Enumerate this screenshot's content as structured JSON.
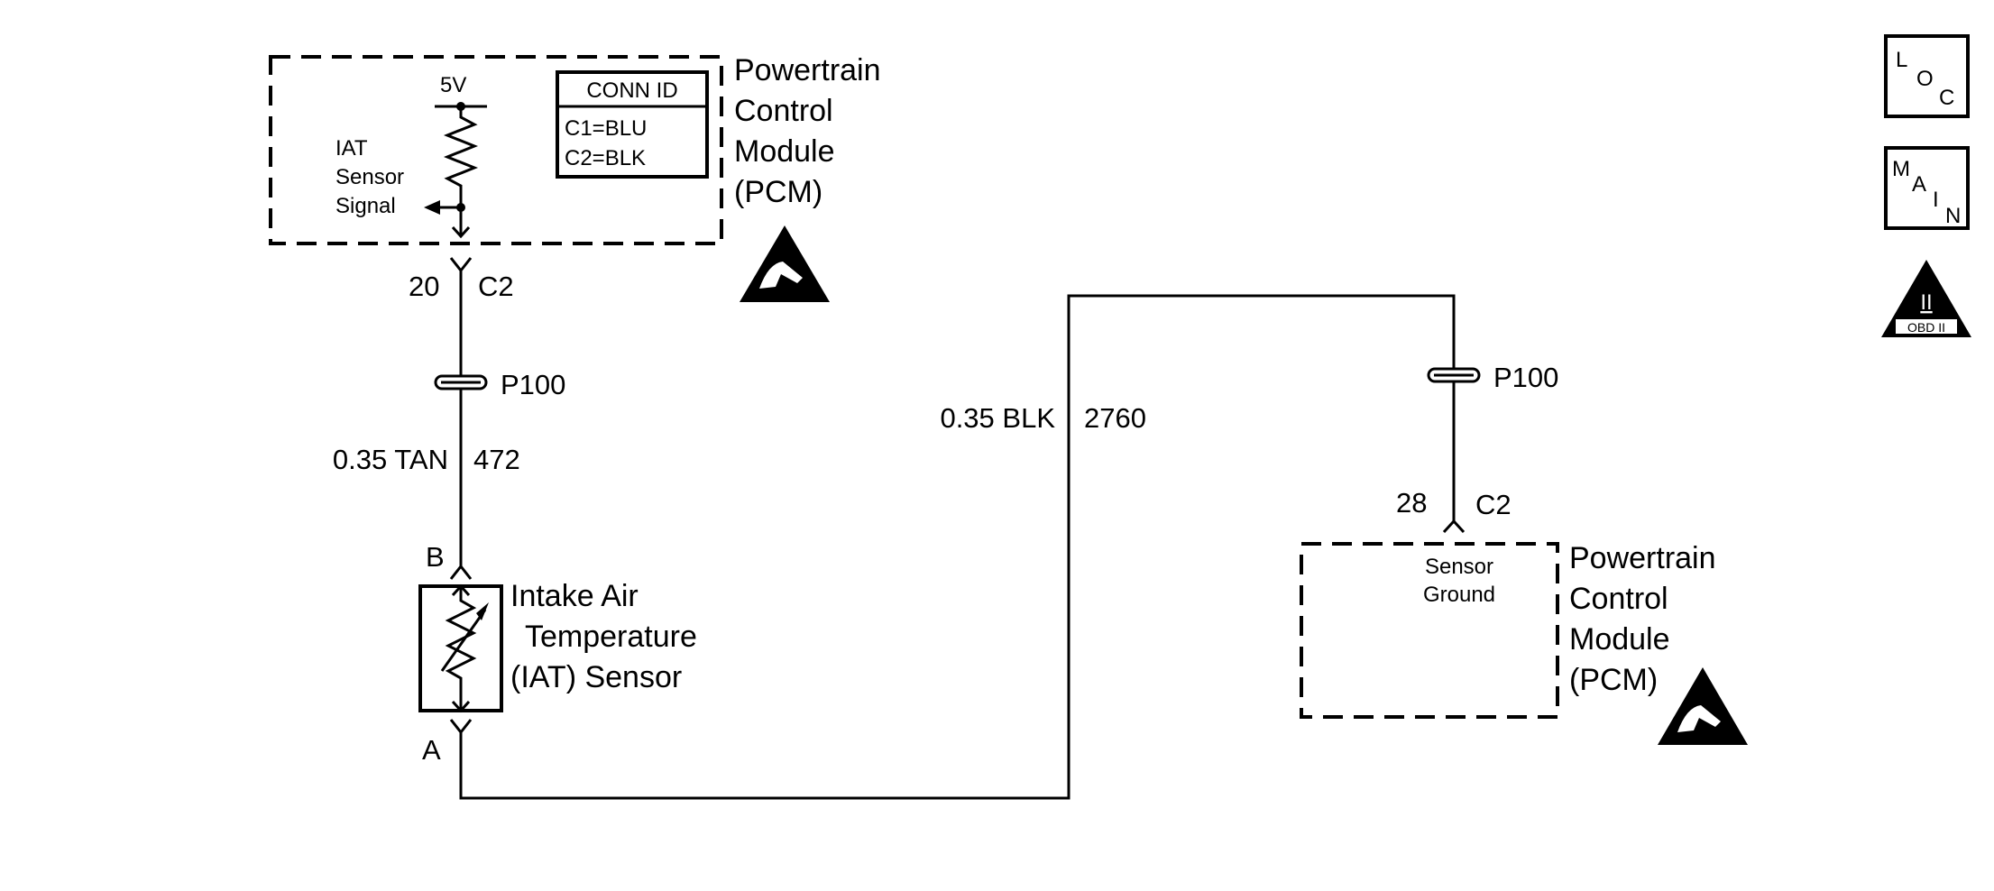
{
  "pcm_top": {
    "title_lines": [
      "Powertrain",
      "Control",
      "Module",
      "(PCM)"
    ],
    "supply_label": "5V",
    "signal_lines": [
      "IAT",
      "Sensor",
      "Signal"
    ],
    "conn_id": {
      "header": "CONN ID",
      "lines": [
        "C1=BLU",
        "C2=BLK"
      ]
    },
    "pin": "20",
    "connector": "C2"
  },
  "wire_left": {
    "splice": "P100",
    "gauge_color": "0.35 TAN",
    "circuit": "472"
  },
  "wire_right": {
    "gauge_color": "0.35 BLK",
    "circuit": "2760",
    "splice": "P100"
  },
  "iat_sensor": {
    "terminal_top": "B",
    "terminal_bottom": "A",
    "name_lines": [
      "Intake Air",
      "Temperature",
      "(IAT) Sensor"
    ]
  },
  "pcm_bottom": {
    "pin": "28",
    "connector": "C2",
    "ground_lines": [
      "Sensor",
      "Ground"
    ],
    "title_lines": [
      "Powertrain",
      "Control",
      "Module",
      "(PCM)"
    ]
  },
  "side_icons": {
    "loc": [
      "L",
      "O",
      "C"
    ],
    "main": [
      "M",
      "A",
      "I",
      "N"
    ],
    "obd": {
      "numeral": "II",
      "caption": "OBD II"
    }
  }
}
